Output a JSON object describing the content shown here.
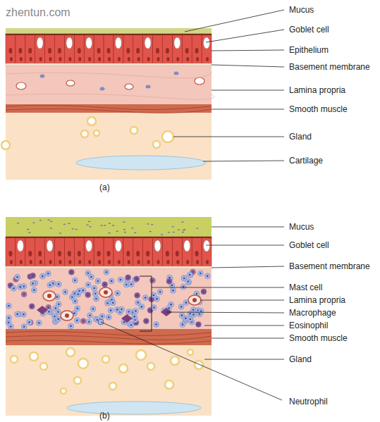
{
  "diagram": {
    "labels": [
      "zhentun.com",
      "Mucus",
      "Goblet cell",
      "Epithelium",
      "Basement membrane",
      "Lamina propria",
      "Smooth muscle",
      "Gland",
      "Cartilage",
      "(a)",
      "Mucus",
      "Goblet cell",
      "Basement membrane",
      "Mast cell",
      "Lamina propria",
      "Macrophage",
      "Eosinophil",
      "Smooth muscle",
      "Gland",
      "Neutrophil",
      "(b)"
    ]
  }
}
